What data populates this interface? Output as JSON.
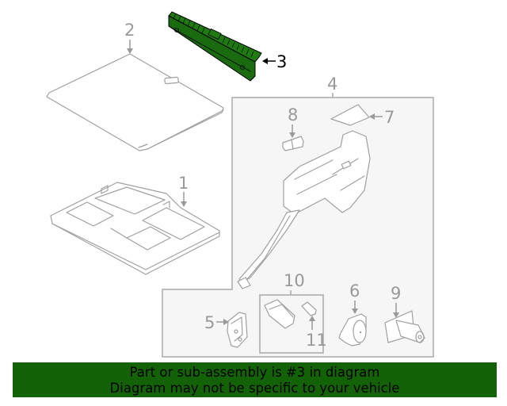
{
  "diagram": {
    "highlighted_part": "3",
    "highlight_color": "#1f7a12",
    "banner_color": "#136207",
    "callouts": [
      {
        "id": "1",
        "label": "1",
        "part": "floor-storage-tray"
      },
      {
        "id": "2",
        "label": "2",
        "part": "load-floor-panel"
      },
      {
        "id": "3",
        "label": "3",
        "part": "sill-scuff-plate",
        "highlighted": true
      },
      {
        "id": "4",
        "label": "4",
        "part": "quarter-trim-panel-assembly"
      },
      {
        "id": "5",
        "label": "5",
        "part": "bracket"
      },
      {
        "id": "6",
        "label": "6",
        "part": "cover"
      },
      {
        "id": "7",
        "label": "7",
        "part": "trim-cover"
      },
      {
        "id": "8",
        "label": "8",
        "part": "clip"
      },
      {
        "id": "9",
        "label": "9",
        "part": "power-outlet"
      },
      {
        "id": "10",
        "label": "10",
        "part": "lamp-assembly"
      },
      {
        "id": "11",
        "label": "11",
        "part": "bulb"
      }
    ]
  },
  "banner": {
    "line1": "Part or sub-assembly is #3 in diagram",
    "line2": "Diagram may not be specific to your vehicle"
  }
}
